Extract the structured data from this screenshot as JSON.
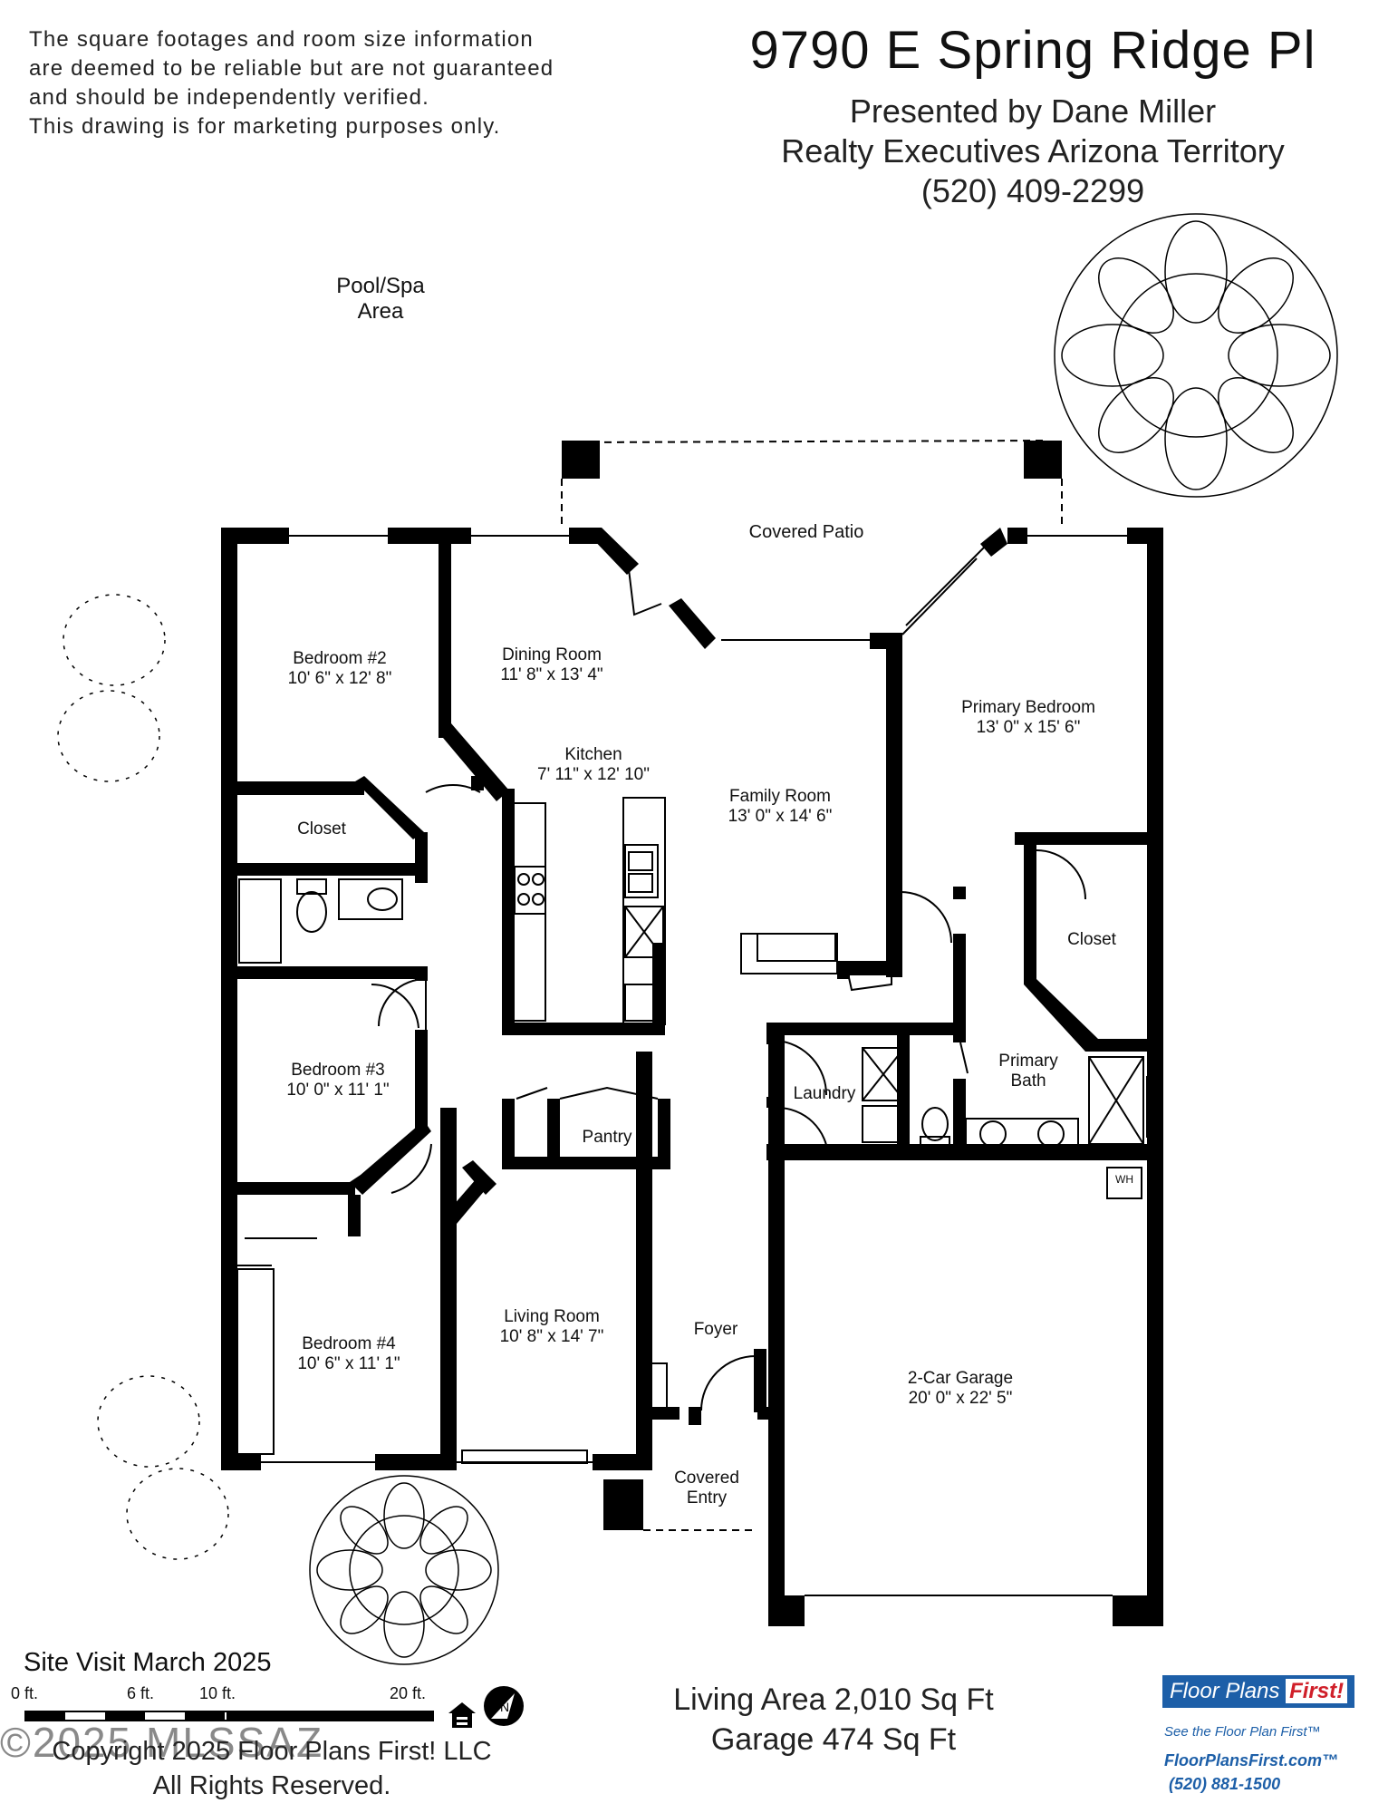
{
  "disclaimer": {
    "lines": [
      "The square footages and room size information",
      "are deemed to be reliable but are not guaranteed",
      "and should be independently verified.",
      "This drawing is for marketing purposes only."
    ]
  },
  "header": {
    "address": "9790 E Spring Ridge Pl",
    "presented_by": "Presented by Dane Miller",
    "brokerage": "Realty Executives Arizona Territory",
    "phone": "(520) 409-2299"
  },
  "rooms": {
    "pool": {
      "name_line1": "Pool/Spa",
      "name_line2": "Area"
    },
    "covered_patio": {
      "name": "Covered Patio"
    },
    "bedroom2": {
      "name": "Bedroom #2",
      "size": "10' 6\" x 12' 8\""
    },
    "dining": {
      "name": "Dining Room",
      "size": "11' 8\" x 13' 4\""
    },
    "kitchen": {
      "name": "Kitchen",
      "size": "7' 11\" x 12' 10\""
    },
    "family": {
      "name": "Family Room",
      "size": "13' 0\" x 14' 6\""
    },
    "primary_bedroom": {
      "name": "Primary Bedroom",
      "size": "13' 0\" x 15' 6\""
    },
    "closet_left": {
      "name": "Closet"
    },
    "closet_right": {
      "name": "Closet"
    },
    "bedroom3": {
      "name": "Bedroom #3",
      "size": "10' 0\" x 11' 1\""
    },
    "laundry": {
      "name": "Laundry"
    },
    "primary_bath": {
      "name_line1": "Primary",
      "name_line2": "Bath"
    },
    "pantry": {
      "name": "Pantry"
    },
    "wh": {
      "name": "WH"
    },
    "bedroom4": {
      "name": "Bedroom #4",
      "size": "10' 6\" x 11' 1\""
    },
    "living": {
      "name": "Living Room",
      "size": "10' 8\" x 14' 7\""
    },
    "foyer": {
      "name": "Foyer"
    },
    "garage": {
      "name": "2-Car Garage",
      "size": "20' 0\" x 22' 5\""
    },
    "covered_entry": {
      "name_line1": "Covered",
      "name_line2": "Entry"
    }
  },
  "footer": {
    "site_visit": "Site Visit March 2025",
    "scale_labels": [
      "0 ft.",
      "6 ft.",
      "10 ft.",
      "20 ft."
    ],
    "living_area": "Living Area 2,010 Sq Ft",
    "garage_area": "Garage 474 Sq Ft",
    "copyright_line1": "Copyright 2025 Floor Plans First! LLC",
    "copyright_line2": "All Rights Reserved.",
    "watermark": "©2025 MLSSAZ"
  },
  "logo": {
    "name_main": "Floor Plans",
    "name_accent": "First!",
    "tagline": "See the Floor Plan First™",
    "url": "FloorPlansFirst.com™",
    "phone": "(520) 881-1500"
  },
  "colors": {
    "wall": "#000000",
    "logo_blue": "#1d5fa8",
    "logo_red": "#d0202a"
  }
}
